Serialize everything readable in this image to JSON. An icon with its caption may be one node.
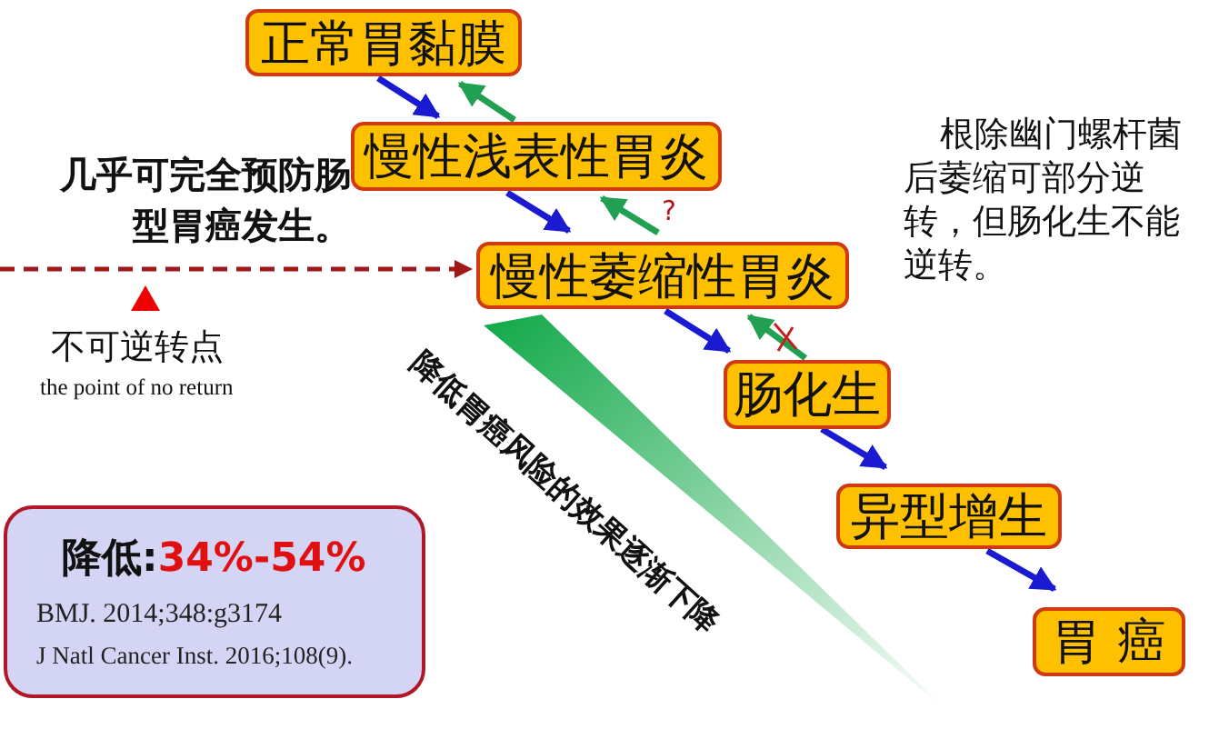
{
  "diagram": {
    "nodes": [
      {
        "text": [
          "正常胃黏膜"
        ]
      },
      {
        "text": [
          "慢性浅表性胃炎"
        ]
      },
      {
        "text": [
          "慢性萎缩性胃炎"
        ]
      },
      {
        "text": [
          "肠化生"
        ]
      },
      {
        "text": [
          "异型增生"
        ]
      },
      {
        "text": [
          "胃 癌"
        ]
      },
      {
        "text": [
          "降低:",
          "34%-54%",
          "BMJ. 2014;348:g3174",
          "J Natl Cancer Inst. 2016;108(9)."
        ]
      }
    ],
    "edges": [
      {
        "from": 0,
        "to": 1,
        "arrow": "to"
      },
      {
        "from": 1,
        "to": 0,
        "arrow": "to",
        "color": "#20a050"
      },
      {
        "from": 1,
        "to": 2,
        "arrow": "to"
      },
      {
        "from": 2,
        "to": 1,
        "arrow": "to",
        "color": "#20a050",
        "label": "?"
      },
      {
        "from": 2,
        "to": 3,
        "arrow": "to"
      },
      {
        "from": 3,
        "to": 2,
        "arrow": "to",
        "color": "#20a050"
      },
      {
        "from": 3,
        "to": 4,
        "arrow": "to"
      },
      {
        "from": 4,
        "to": 5,
        "arrow": "to"
      },
      {
        "from": null,
        "to": 2,
        "arrow": "to",
        "style": "dashed",
        "color": "#a01818"
      }
    ],
    "labels": [
      "几乎可完全预防肠型胃癌发生。",
      "不可逆转点",
      "the point of no return",
      "根除幽门螺杆菌后萎缩可部分逆转，但肠化生不能逆转。",
      "降低胃癌风险的效果逐渐下降"
    ]
  }
}
